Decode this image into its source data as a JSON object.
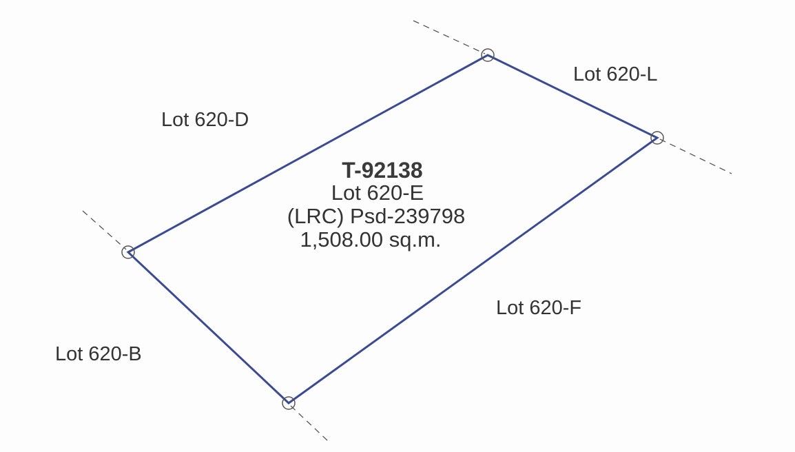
{
  "parcel": {
    "title_no": "T-92138",
    "lot": "Lot 620-E",
    "plan": "(LRC) Psd-239798",
    "area": "1,508.00 sq.m."
  },
  "adjoining_lots": {
    "north_east": "Lot 620-L",
    "north_west": "Lot 620-D",
    "south_east": "Lot 620-F",
    "south_west": "Lot 620-B"
  },
  "colors": {
    "boundary": "#3a4a94",
    "extension": "#555555",
    "text": "#333333"
  }
}
